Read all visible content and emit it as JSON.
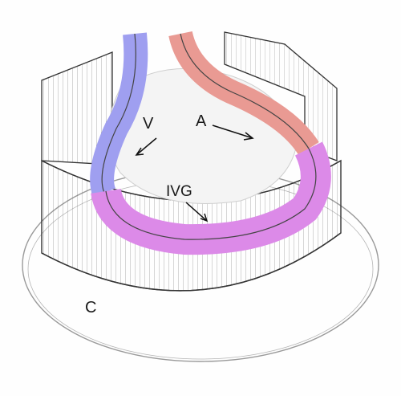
{
  "labels": {
    "v": "V",
    "a": "A",
    "ivg": "IVG",
    "c": "C"
  },
  "colors": {
    "vein": "#9f9ff0",
    "artery": "#e99a93",
    "graft": "#dc8ae8",
    "pencil": "#4a4a4a"
  }
}
